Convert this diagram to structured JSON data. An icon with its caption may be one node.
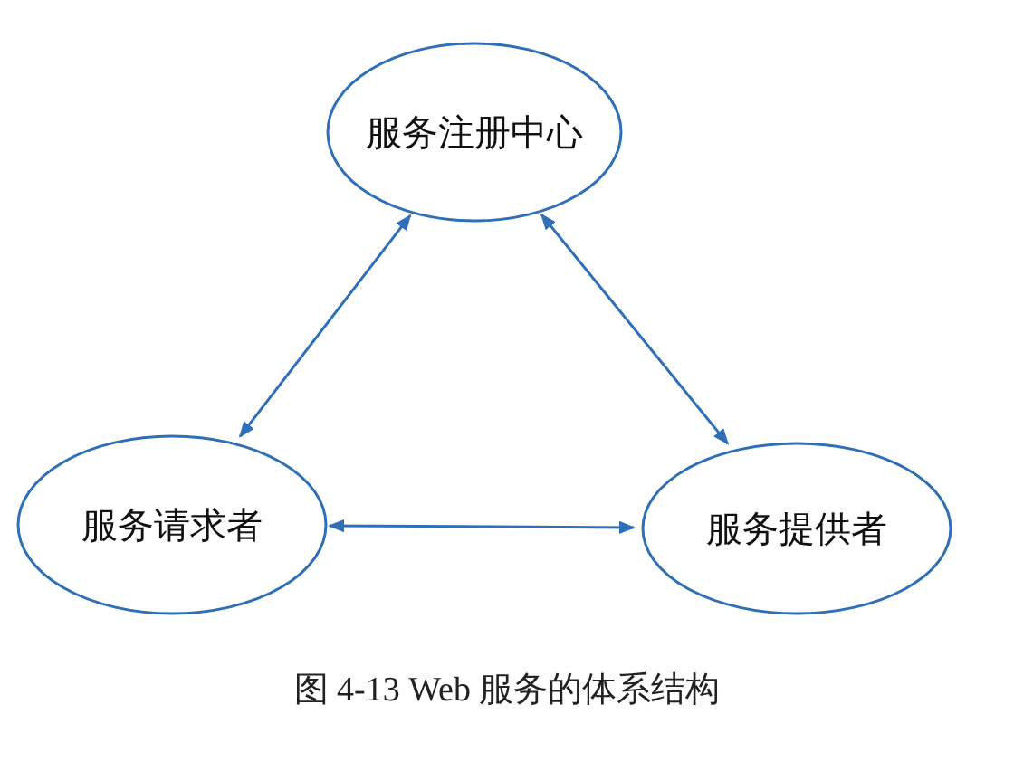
{
  "diagram": {
    "caption": "图 4-13 Web 服务的体系结构",
    "nodes": [
      {
        "text": [
          "服务注册中心"
        ]
      },
      {
        "text": [
          "服务请求者"
        ]
      },
      {
        "text": [
          "服务提供者"
        ]
      }
    ],
    "edges": [
      {
        "from": 0,
        "to": 1,
        "arrow": "both"
      },
      {
        "from": 0,
        "to": 2,
        "arrow": "both"
      },
      {
        "from": 1,
        "to": 2,
        "arrow": "both"
      }
    ]
  }
}
